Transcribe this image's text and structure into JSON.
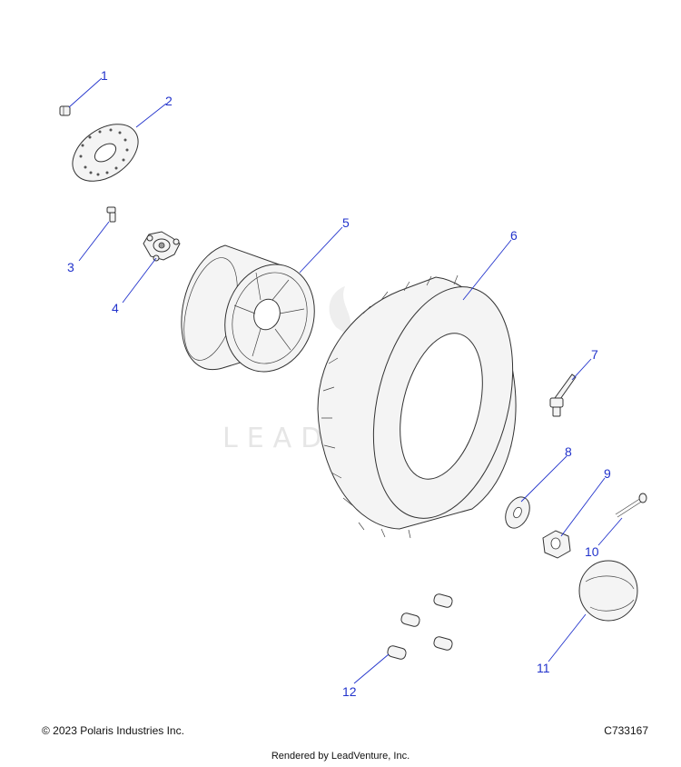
{
  "callouts": [
    "1",
    "2",
    "3",
    "4",
    "5",
    "6",
    "7",
    "8",
    "9",
    "10",
    "11",
    "12"
  ],
  "watermark": "LEADVENTURE",
  "footer": {
    "copyright": "© 2023 Polaris Industries Inc.",
    "code": "C733167",
    "rendered_by": "Rendered by LeadVenture, Inc."
  },
  "colors": {
    "callout": "#2233cc",
    "line": "#333333"
  }
}
